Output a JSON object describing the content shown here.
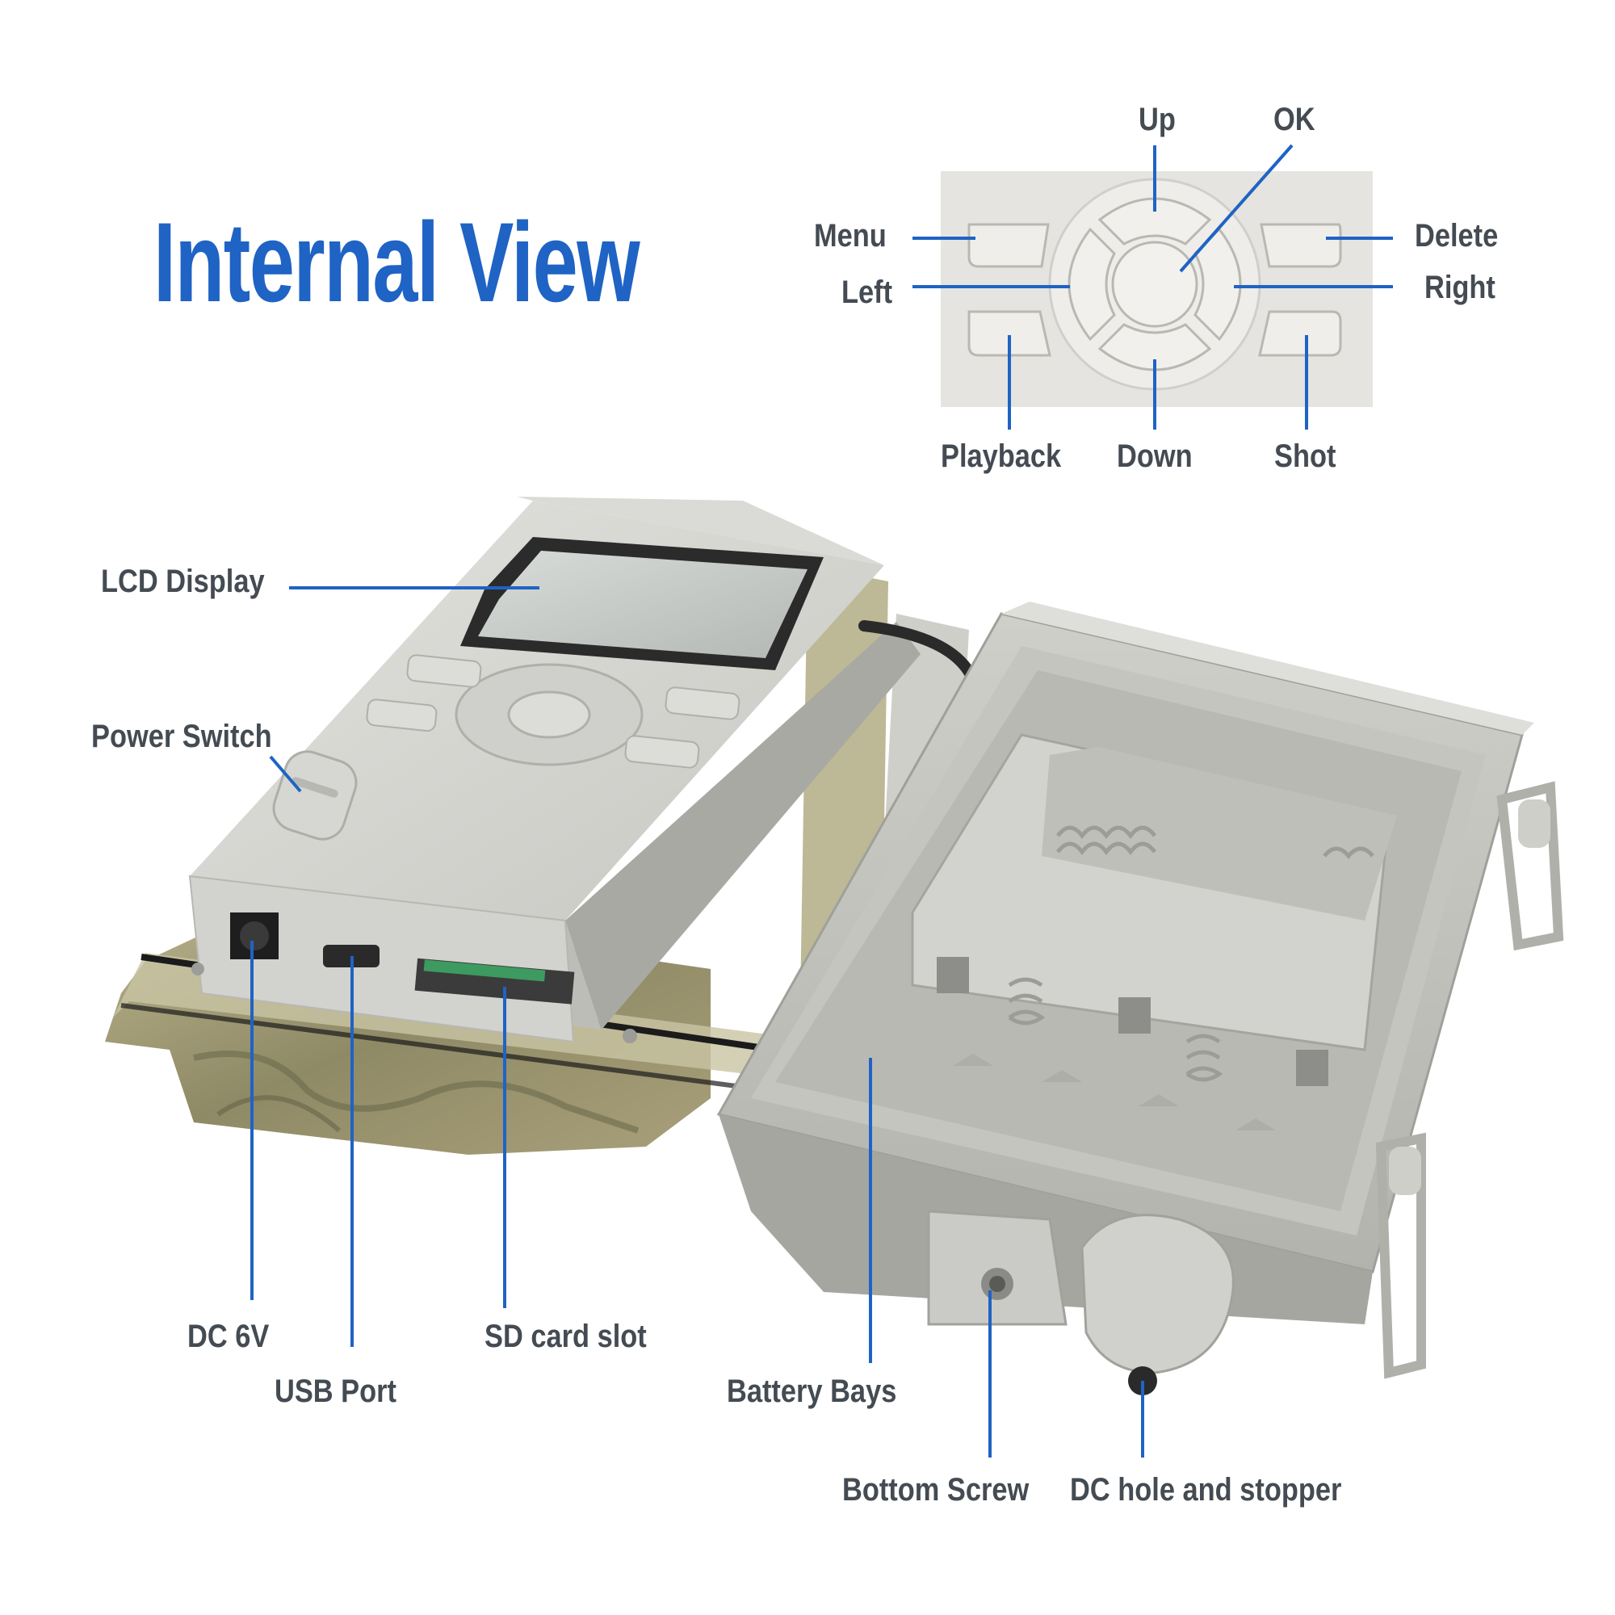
{
  "title": "Internal View",
  "colors": {
    "title": "#1f63c4",
    "leader_line": "#1f63c4",
    "label_text": "#444b52",
    "device_body": "#d4d4d0",
    "camo": "#a7a27c"
  },
  "control_labels": {
    "up": "Up",
    "ok": "OK",
    "menu": "Menu",
    "left": "Left",
    "delete": "Delete",
    "right": "Right",
    "playback": "Playback",
    "down": "Down",
    "shot": "Shot"
  },
  "device_labels": {
    "lcd_display": "LCD Display",
    "power_switch": "Power Switch",
    "dc_6v": "DC 6V",
    "usb_port": "USB Port",
    "sd_card_slot": "SD card slot",
    "battery_bays": "Battery Bays",
    "bottom_screw": "Bottom Screw",
    "dc_hole": "DC hole and stopper"
  }
}
